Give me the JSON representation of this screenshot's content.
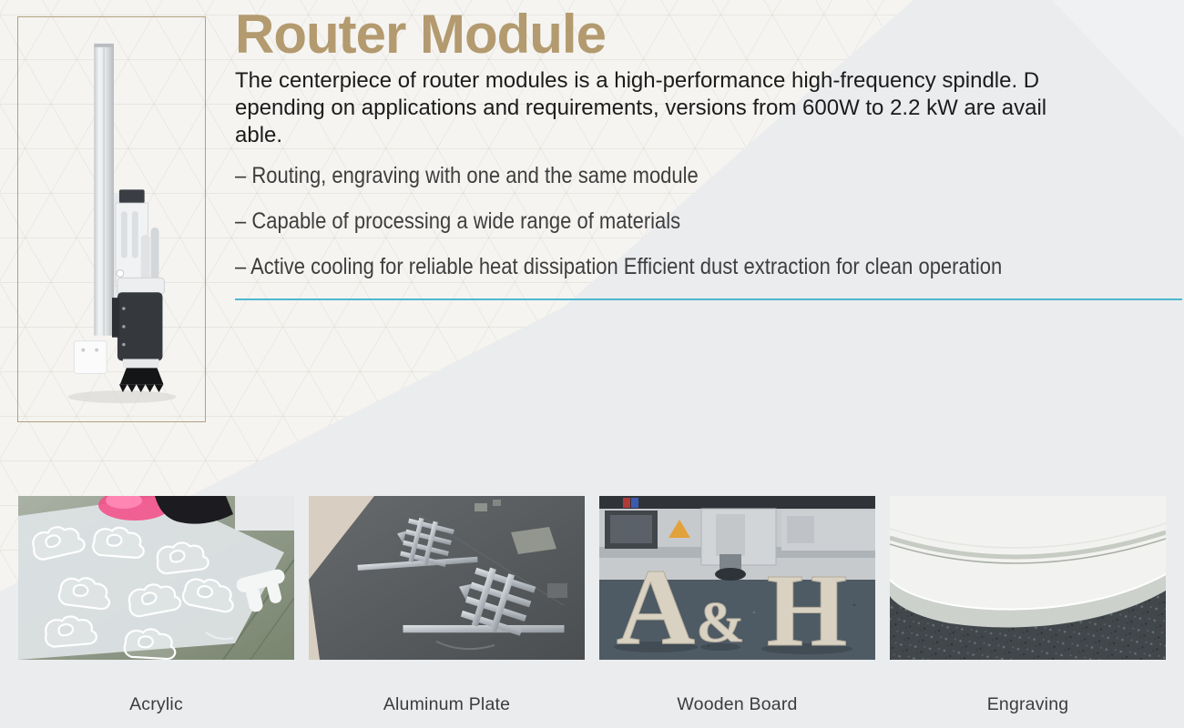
{
  "header": {
    "title": "Router Module",
    "description_lines": [
      "The centerpiece of router modules is a high-performance high-frequency spindle. D",
      "epending on applications and requirements, versions from 600W to 2.2 kW are avail",
      "able."
    ]
  },
  "features": {
    "items": [
      "– Routing, engraving with one and the same module",
      "– Capable of processing a wide range of materials",
      "– Active cooling for reliable heat dissipation Efficient dust extraction for clean operation"
    ]
  },
  "gallery": {
    "items": [
      {
        "caption": "Acrylic"
      },
      {
        "caption": "Aluminum Plate"
      },
      {
        "caption": "Wooden Board"
      },
      {
        "caption": "Engraving"
      }
    ]
  },
  "theme": {
    "title_color": "#b39a6f",
    "frame_border_color": "#b3a180",
    "divider_color": "#4db7cf",
    "body_text_color": "#1c1c1c",
    "bullet_text_color": "#3e3e3e",
    "caption_text_color": "#3c3c3c",
    "background_ivory": "#f5f4f1",
    "background_gray": "#eaecee"
  }
}
